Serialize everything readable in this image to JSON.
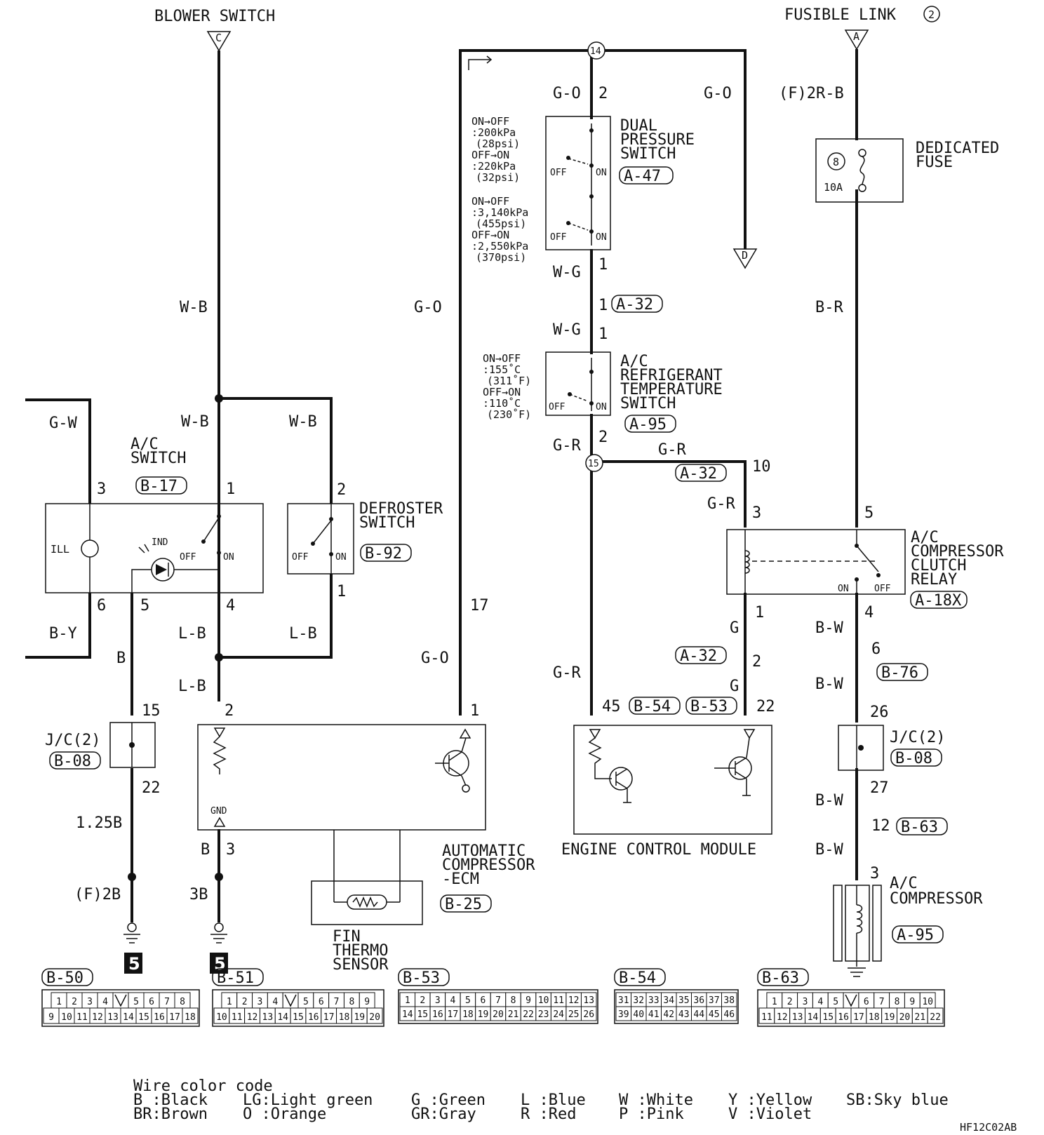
{
  "top": {
    "blower_switch": "BLOWER SWITCH",
    "fusible_link": "FUSIBLE LINK",
    "fusible_num": "2",
    "conn_c": "C",
    "conn_a": "A",
    "conn_d": "D"
  },
  "nodes": {
    "n14": "14",
    "n15": "15"
  },
  "wires": {
    "wb1": "W-B",
    "wb2": "W-B",
    "wb3": "W-B",
    "gw": "G-W",
    "by": "B-Y",
    "b": "B",
    "lb1": "L-B",
    "lb2": "L-B",
    "lb3": "L-B",
    "go1": "G-O",
    "go2": "G-O",
    "go3": "G-O",
    "go4": "G-O",
    "wg1": "W-G",
    "wg2": "W-G",
    "gr1": "G-R",
    "gr2": "G-R",
    "gr3": "G-R",
    "gr4": "G-R",
    "g1": "G",
    "g2": "G",
    "f2rb": "(F)2R-B",
    "br": "B-R",
    "bw1": "B-W",
    "bw2": "B-W",
    "bw3": "B-W",
    "bw4": "B-W",
    "b125": "1.25B",
    "f2b": "(F)2B",
    "b3": "B",
    "b3b": "3B"
  },
  "dual_pressure": {
    "title1": "DUAL",
    "title2": "PRESSURE",
    "title3": "SWITCH",
    "ref": "A-47",
    "s1": "ON→OFF",
    "s2": ":200kPa",
    "s3": "(28psi)",
    "s4": "OFF→ON",
    "s5": ":220kPa",
    "s6": "(32psi)",
    "s7": "ON→OFF",
    "s8": ":3,140kPa",
    "s9": "(455psi)",
    "s10": "OFF→ON",
    "s11": ":2,550kPa",
    "s12": "(370psi)",
    "off": "OFF",
    "on": "ON",
    "pin_top": "2",
    "pin_bot": "1"
  },
  "refrig_temp": {
    "title1": "A/C",
    "title2": "REFRIGERANT",
    "title3": "TEMPERATURE",
    "title4": "SWITCH",
    "ref": "A-95",
    "s1": "ON→OFF",
    "s2": ":155˚C",
    "s3": "(311˚F)",
    "s4": "OFF→ON",
    "s5": ":110˚C",
    "s6": "(230˚F)",
    "off": "OFF",
    "on": "ON",
    "pin_top": "1",
    "pin_bot": "2"
  },
  "a32": {
    "ref1": "A-32",
    "ref2": "A-32",
    "ref3": "A-32",
    "p1a": "1",
    "p1b": "1",
    "p10": "10",
    "p2": "2"
  },
  "ac_switch": {
    "title1": "A/C",
    "title2": "SWITCH",
    "ref": "B-17",
    "ill": "ILL",
    "ind": "IND",
    "off": "OFF",
    "on": "ON",
    "p3": "3",
    "p1": "1",
    "p6": "6",
    "p5": "5",
    "p4": "4"
  },
  "defroster": {
    "title1": "DEFROSTER",
    "title2": "SWITCH",
    "ref": "B-92",
    "off": "OFF",
    "on": "ON",
    "p2": "2",
    "p1": "1"
  },
  "jc_left": {
    "label": "J/C(2)",
    "ref": "B-08",
    "p15": "15",
    "p22": "22"
  },
  "ecm_auto": {
    "title1": "AUTOMATIC",
    "title2": "COMPRESSOR",
    "title3": "-ECM",
    "ref": "B-25",
    "gnd": "GND",
    "p2": "2",
    "p1": "1",
    "p17": "17",
    "p3": "3"
  },
  "fin": {
    "t1": "FIN",
    "t2": "THERMO",
    "t3": "SENSOR"
  },
  "engine": {
    "title": "ENGINE CONTROL MODULE",
    "ref1": "B-54",
    "ref2": "B-53",
    "p45": "45",
    "p22": "22"
  },
  "relay": {
    "title1": "A/C",
    "title2": "COMPRESSOR",
    "title3": "CLUTCH",
    "title4": "RELAY",
    "ref": "A-18X",
    "p5": "5",
    "p3": "3",
    "p1": "1",
    "p4": "4",
    "on": "ON",
    "off": "OFF"
  },
  "fuse": {
    "title1": "DEDICATED",
    "title2": "FUSE",
    "num": "8",
    "amp": "10A"
  },
  "b76": {
    "ref": "B-76",
    "p6": "6",
    "p26": "26"
  },
  "jc_right": {
    "label": "J/C(2)",
    "ref": "B-08",
    "p27": "27"
  },
  "b63": {
    "ref": "B-63",
    "p12": "12",
    "p3": "3"
  },
  "compressor": {
    "title1": "A/C",
    "title2": "COMPRESSOR",
    "ref": "A-95"
  },
  "ground_marks": {
    "g1": "5",
    "g2": "5"
  },
  "connectors": {
    "b50": {
      "ref": "B-50",
      "row1": [
        "1",
        "2",
        "3",
        "4",
        "",
        "5",
        "6",
        "7",
        "8"
      ],
      "row2": [
        "9",
        "10",
        "11",
        "12",
        "13",
        "14",
        "15",
        "16",
        "17",
        "18"
      ]
    },
    "b51": {
      "ref": "B-51",
      "row1": [
        "1",
        "2",
        "3",
        "4",
        "",
        "5",
        "6",
        "7",
        "8",
        "9"
      ],
      "row2": [
        "10",
        "11",
        "12",
        "13",
        "14",
        "15",
        "16",
        "17",
        "18",
        "19",
        "20"
      ]
    },
    "b53": {
      "ref": "B-53",
      "row1": [
        "1",
        "2",
        "3",
        "4",
        "5",
        "6",
        "7",
        "8",
        "9",
        "10",
        "11",
        "12",
        "13"
      ],
      "row2": [
        "14",
        "15",
        "16",
        "17",
        "18",
        "19",
        "20",
        "21",
        "22",
        "23",
        "24",
        "25",
        "26"
      ]
    },
    "b54": {
      "ref": "B-54",
      "row1": [
        "31",
        "32",
        "33",
        "34",
        "35",
        "36",
        "37",
        "38"
      ],
      "row2": [
        "39",
        "40",
        "41",
        "42",
        "43",
        "44",
        "45",
        "46"
      ]
    },
    "b63": {
      "ref": "B-63",
      "row1": [
        "1",
        "2",
        "3",
        "4",
        "5",
        "",
        "6",
        "7",
        "8",
        "9",
        "10"
      ],
      "row2": [
        "11",
        "12",
        "13",
        "14",
        "15",
        "16",
        "17",
        "18",
        "19",
        "20",
        "21",
        "22"
      ]
    }
  },
  "color_code": {
    "title": "Wire color code",
    "c1": "B :Black",
    "c2": "BR:Brown",
    "c3": "LG:Light green",
    "c4": "O :Orange",
    "c5": "G :Green",
    "c6": "GR:Gray",
    "c7": "L :Blue",
    "c8": "R :Red",
    "c9": "W :White",
    "c10": "P :Pink",
    "c11": "Y :Yellow",
    "c12": "V :Violet",
    "c13": "SB:Sky blue"
  },
  "footer_code": "HF12C02AB"
}
